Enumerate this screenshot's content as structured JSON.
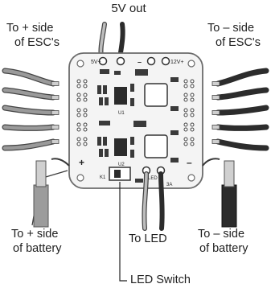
{
  "labels": {
    "five_v_out": "5V out",
    "to_plus_esc_line1": "To + side",
    "to_plus_esc_line2": "of ESC's",
    "to_minus_esc_line1": "To – side",
    "to_minus_esc_line2": "of ESC's",
    "to_plus_battery_line1": "To + side",
    "to_plus_battery_line2": "of battery",
    "to_minus_battery_line1": "To – side",
    "to_minus_battery_line2": "of battery",
    "to_led": "To LED",
    "led_switch": "LED Switch"
  },
  "board_silkscreen": {
    "five_v_plus": "5V+",
    "twelve_v_plus": "12V+",
    "minus_mark": "–",
    "plus_mark": "+",
    "u1": "U1",
    "u2": "U2",
    "k1": "K1",
    "led": "LED",
    "three_a": "3A",
    "top_minus": "–"
  },
  "colors": {
    "board": "#f4f4f4",
    "board_edge": "#6b6b6b",
    "chip": "#2b2b2b",
    "wire_dark": "#2c2c2c",
    "wire_gray": "#8a8a8a",
    "wire_light": "#cfcfcf"
  }
}
